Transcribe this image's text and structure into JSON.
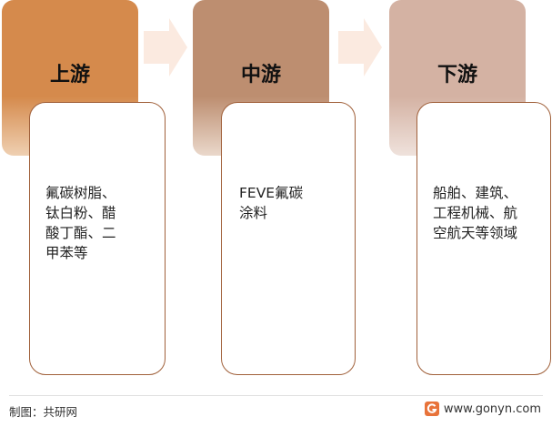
{
  "stages": [
    {
      "title": "上游",
      "content": "氟碳树脂、\n钛白粉、醋\n酸丁酯、二\n甲苯等",
      "color": "#d58a4c",
      "fade_color": "#efd0b2"
    },
    {
      "title": "中游",
      "content": "FEVE氟碳\n涂料",
      "color": "#bd8e70",
      "fade_color": "#ead8cb"
    },
    {
      "title": "下游",
      "content": "船舶、建筑、\n工程机械、航\n空航天等领域",
      "color": "#d4b2a3",
      "fade_color": "#efe2dc"
    }
  ],
  "arrow_color": "#fbeae0",
  "footer": {
    "source": "制图：共研网",
    "website": "www.gonyn.com",
    "logo_icon": "gonyn-logo-icon"
  }
}
